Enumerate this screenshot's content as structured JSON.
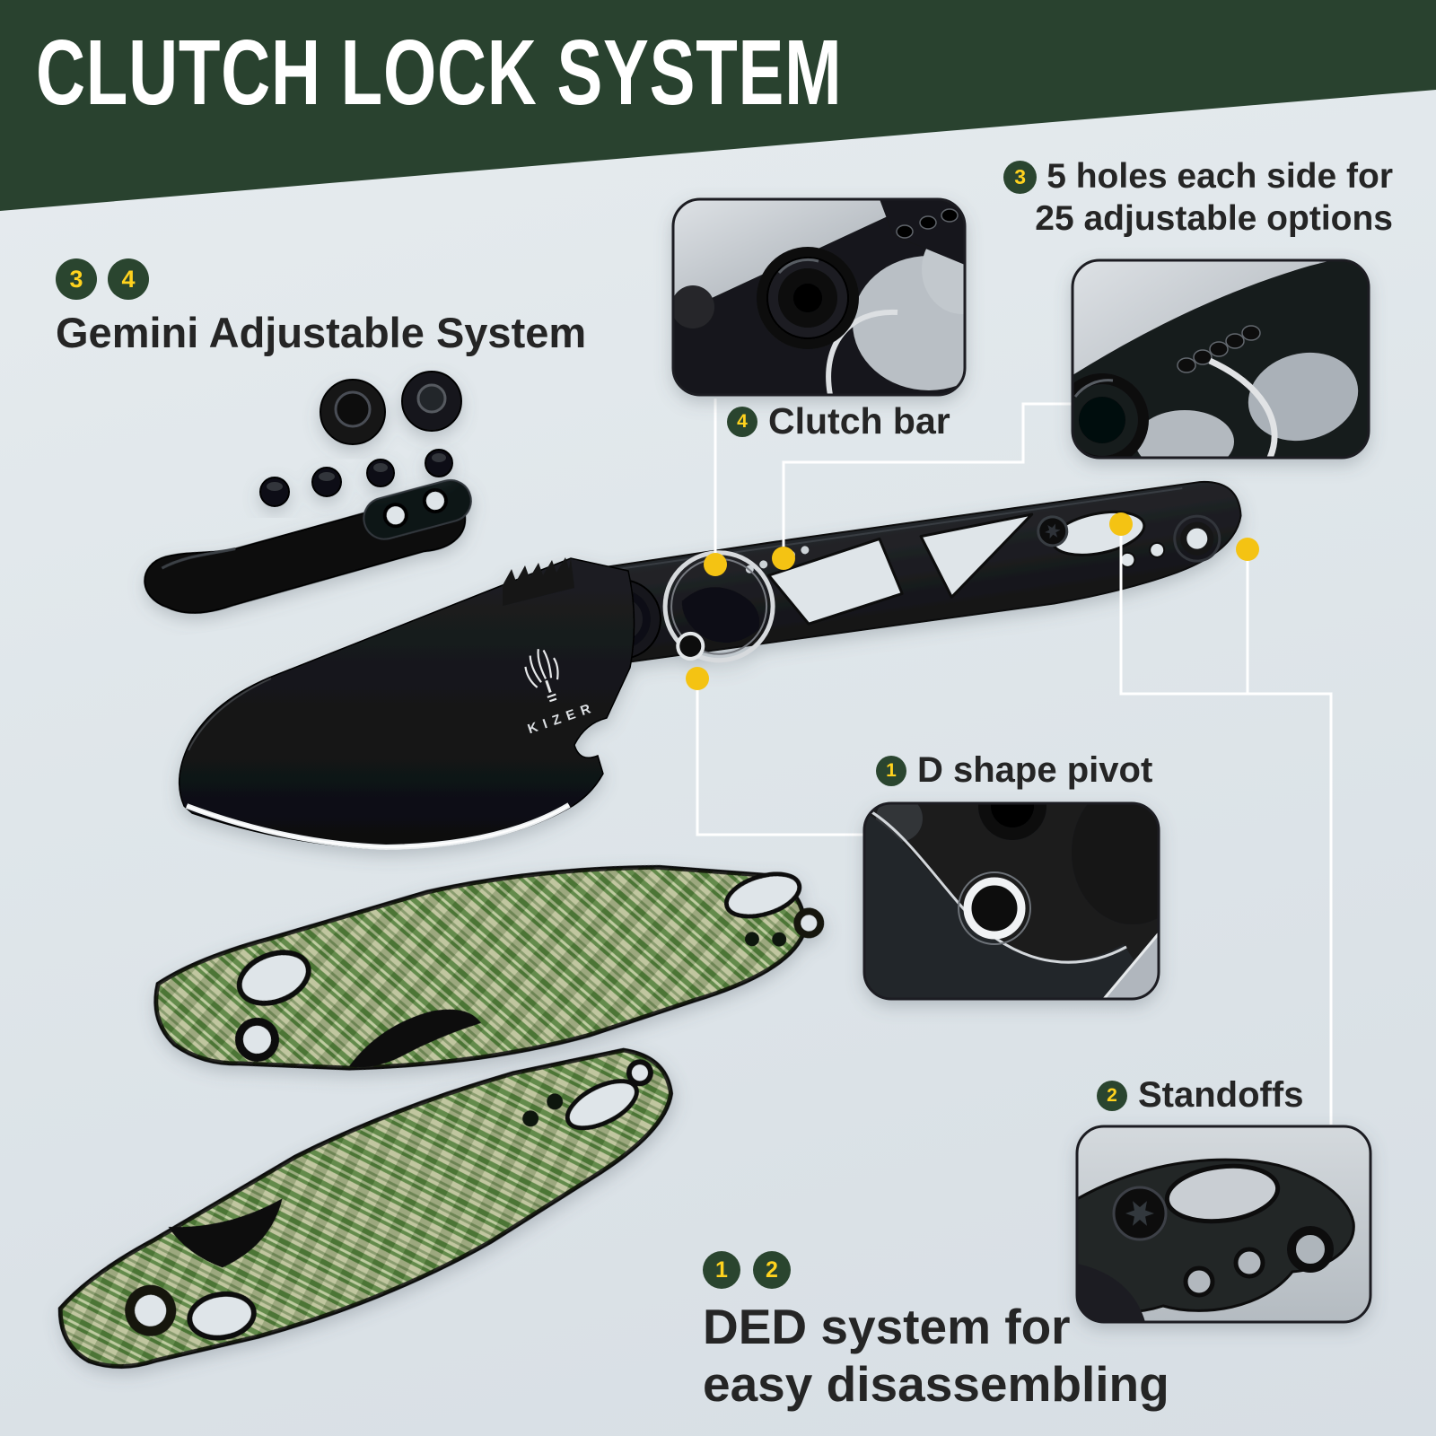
{
  "header": {
    "title": "CLUTCH LOCK SYSTEM"
  },
  "brand": {
    "logo_text": "KIZER"
  },
  "callouts": {
    "gemini": {
      "badge_1": "3",
      "badge_2": "4",
      "label": "Gemini Adjustable System"
    },
    "five_holes": {
      "badge": "3",
      "line1": "5 holes each side for",
      "line2": "25 adjustable options"
    },
    "clutch_bar": {
      "badge": "4",
      "label": "Clutch bar"
    },
    "d_pivot": {
      "badge": "1",
      "label": "D shape pivot"
    },
    "standoffs": {
      "badge": "2",
      "label": "Standoffs"
    },
    "ded": {
      "badge_1": "1",
      "badge_2": "2",
      "line1": "DED system for",
      "line2": "easy disassembling"
    }
  },
  "colors": {
    "banner": "#29422f",
    "badge_bg": "#2a452f",
    "badge_number": "#ffd21e",
    "leader_dot": "#f4c313",
    "background": "#dfe6ea",
    "label_text": "#252525"
  }
}
